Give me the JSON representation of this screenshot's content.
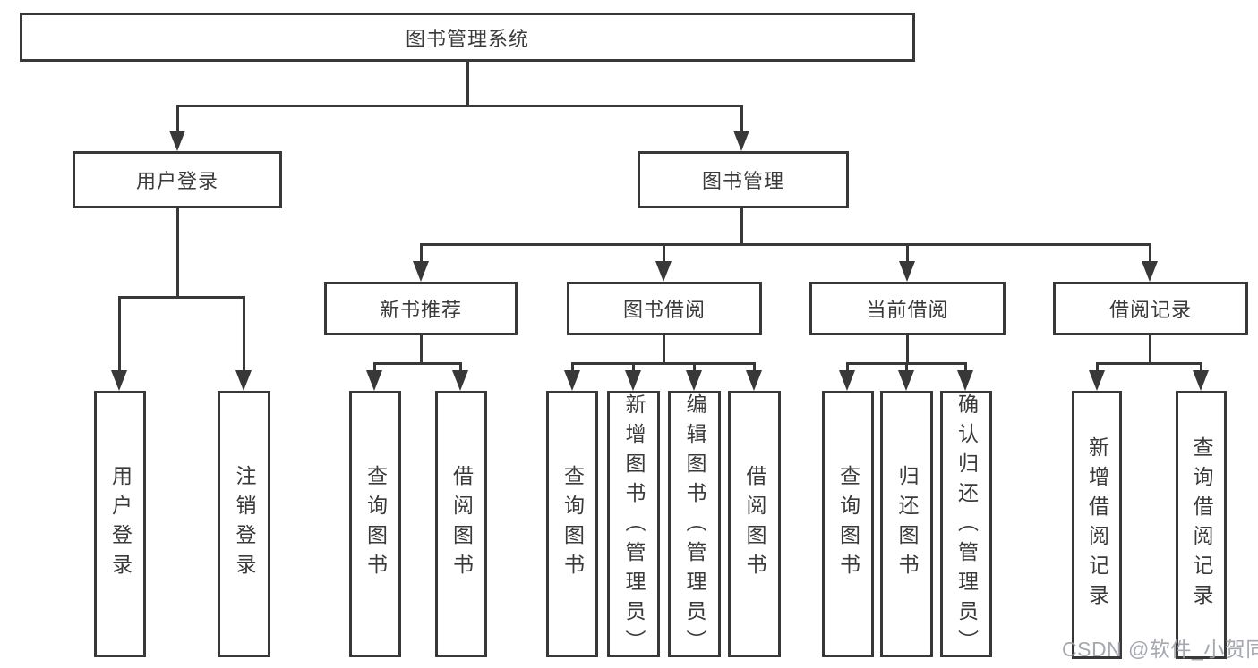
{
  "diagram": {
    "title": "图书管理系统",
    "level2": [
      {
        "id": "user-login",
        "label": "用户登录"
      },
      {
        "id": "book-management",
        "label": "图书管理"
      }
    ],
    "level3": [
      {
        "id": "new-book-recommendation",
        "label": "新书推荐"
      },
      {
        "id": "book-borrowing",
        "label": "图书借阅"
      },
      {
        "id": "current-borrowing",
        "label": "当前借阅"
      },
      {
        "id": "borrowing-records",
        "label": "借阅记录"
      }
    ],
    "leaves": {
      "user_login": [
        "用户登录",
        "注销登录"
      ],
      "new_book_recommendation": [
        "查询图书",
        "借阅图书"
      ],
      "book_borrowing": [
        "查询图书",
        "新增图书（管理员）",
        "编辑图书（管理员）",
        "借阅图书"
      ],
      "current_borrowing": [
        "查询图书",
        "归还图书",
        "确认归还（管理员）"
      ],
      "borrowing_records": [
        "新增借阅记录",
        "查询借阅记录"
      ]
    },
    "colors": {
      "line": "#383838",
      "text": "#3a3a3a",
      "background": "#ffffff",
      "watermark": "#9da1aa"
    }
  },
  "watermark": {
    "text": "CSDN @软件_小贺同学"
  }
}
